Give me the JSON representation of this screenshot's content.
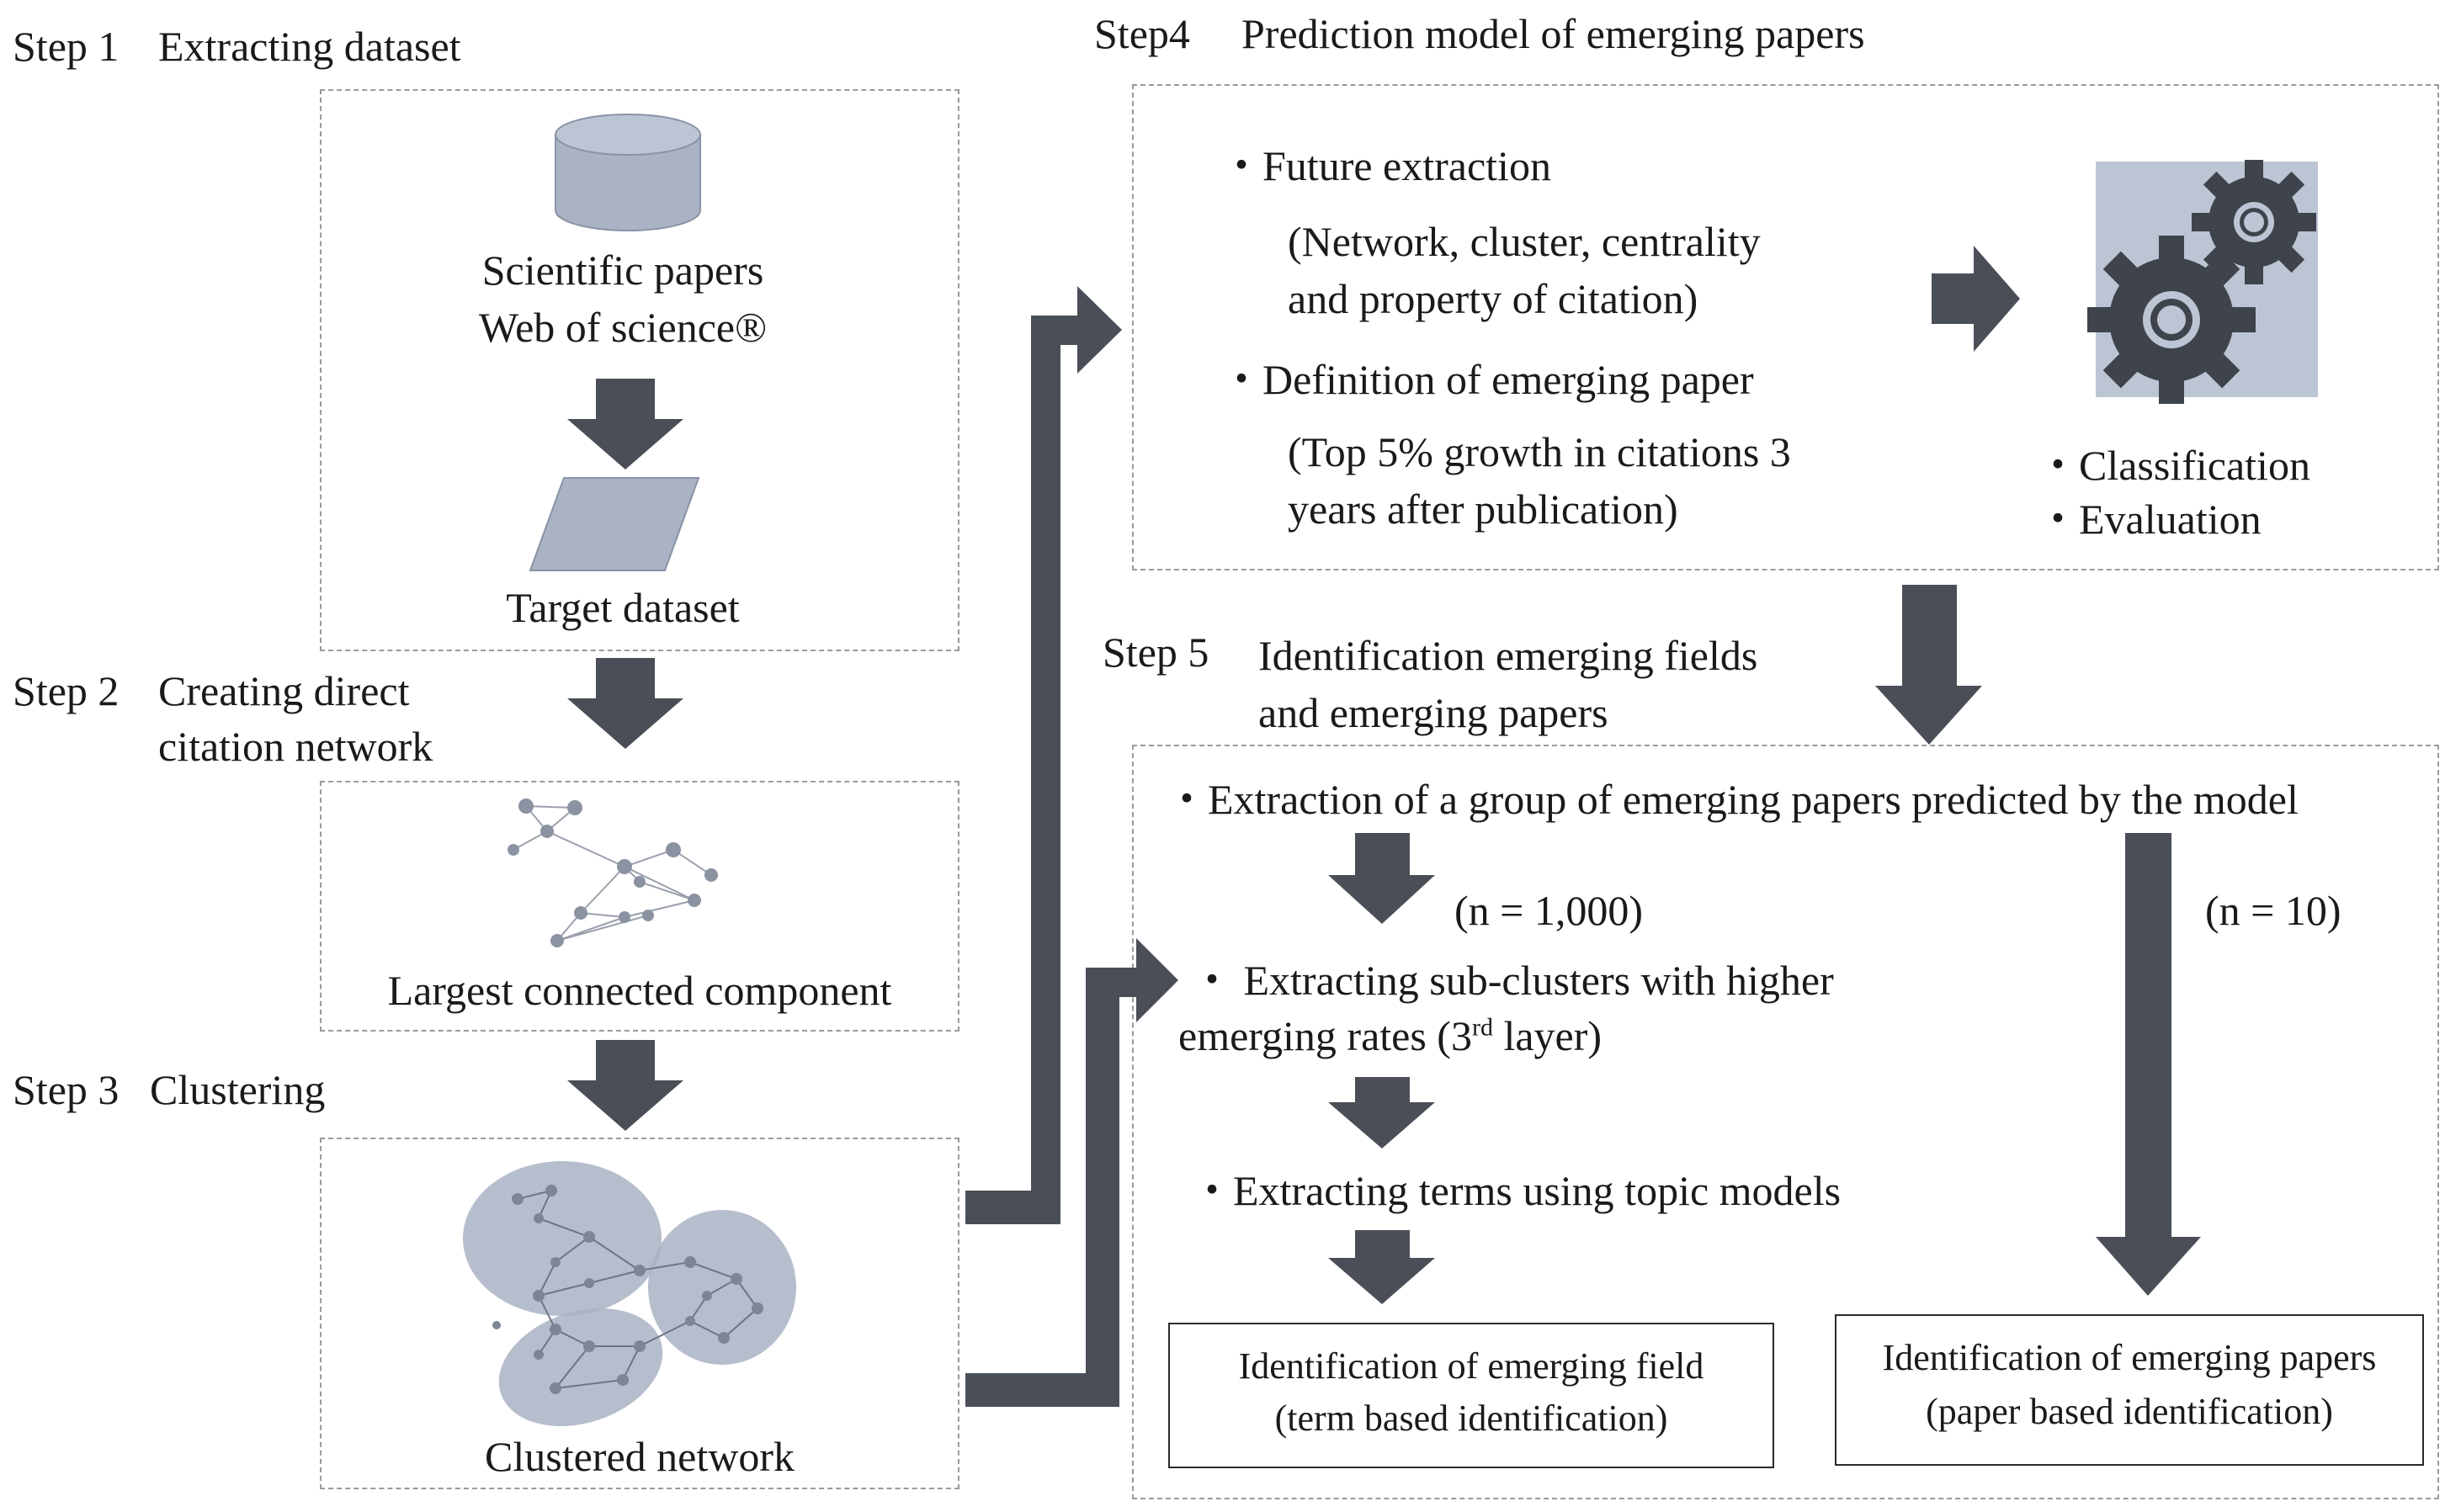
{
  "colors": {
    "arrow": "#4a4f57",
    "shape": "#a9b3c4",
    "shape_edge": "#8993a6",
    "node": "#8b93a3",
    "dashed_border": "#9a9a9a"
  },
  "step1": {
    "title": "Step 1",
    "name": "Extracting dataset",
    "source_line1": "Scientific papers",
    "source_line2": "Web of science®",
    "target": "Target dataset"
  },
  "step2": {
    "title": "Step 2",
    "name_line1": "Creating direct",
    "name_line2": "citation network",
    "caption": "Largest connected component"
  },
  "step3": {
    "title": "Step 3",
    "name": "Clustering",
    "caption": "Clustered network"
  },
  "step4": {
    "title": "Step4",
    "name": "Prediction model of emerging papers",
    "items": [
      {
        "bullet": "・Future extraction",
        "detail_line1": "(Network, cluster, centrality",
        "detail_line2": "and property of citation)"
      },
      {
        "bullet": "・Definition of emerging paper",
        "detail_line1": "(Top 5% growth in citations 3",
        "detail_line2": "years after publication)"
      }
    ],
    "outputs": [
      "・Classification",
      "・Evaluation"
    ],
    "icon": "gears-icon"
  },
  "step5": {
    "title": "Step 5",
    "name_line1": "Identification emerging fields",
    "name_line2": "and emerging papers",
    "extraction": "・Extraction of a group of emerging papers predicted by the model",
    "n_left": "(n = 1,000)",
    "n_right": "(n = 10)",
    "subclusters_line1": "・ Extracting sub-clusters with higher",
    "subclusters_line2_pre": "emerging rates (3",
    "subclusters_line2_sup": "rd",
    "subclusters_line2_post": " layer)",
    "terms": "・Extracting terms using topic models",
    "field_box_line1": "Identification  of emerging field",
    "field_box_line2": "(term based identification)",
    "paper_box_line1": "Identification of emerging papers",
    "paper_box_line2": "(paper based identification)"
  }
}
